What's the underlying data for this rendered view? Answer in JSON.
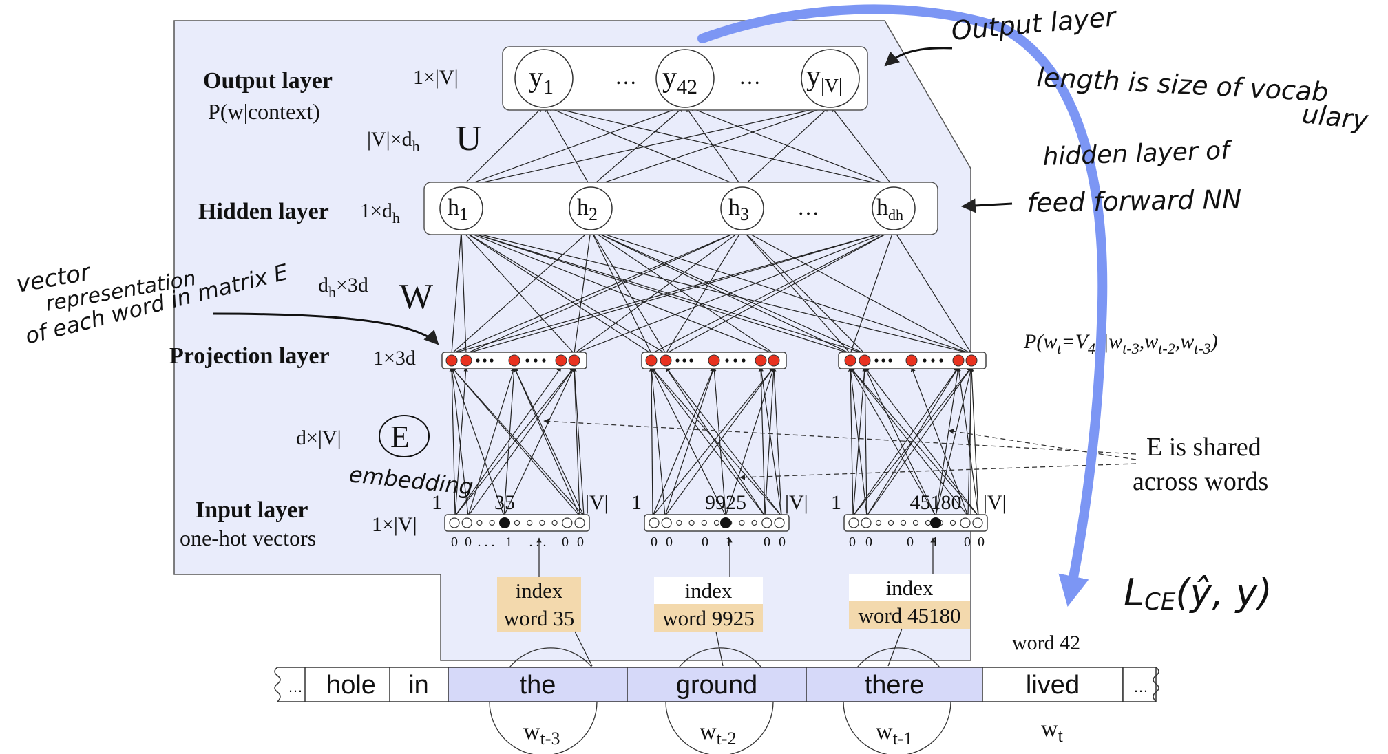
{
  "layers": {
    "output": {
      "name": "Output layer",
      "sub": "P(w|context)",
      "dim": "1×|V|"
    },
    "hidden": {
      "name": "Hidden layer",
      "dim": "1×d",
      "dim_sub": "h"
    },
    "projection": {
      "name": "Projection layer",
      "dim": "1×3d"
    },
    "input": {
      "name": "Input layer",
      "sub": "one-hot vectors",
      "dim": "1×|V|"
    }
  },
  "matrices": {
    "U": {
      "dim": "|V|×d",
      "dim_sub": "h",
      "label": "U"
    },
    "W": {
      "dim_base": "d",
      "dim_sub": "h",
      "dim_rest": "×3d",
      "label": "W"
    },
    "E": {
      "dim": "d×|V|",
      "label": "E"
    }
  },
  "output_nodes": [
    {
      "base": "y",
      "sub": "1"
    },
    {
      "base": "y",
      "sub": "42"
    },
    {
      "base": "y",
      "sub": "|V|"
    }
  ],
  "hidden_nodes": [
    {
      "base": "h",
      "sub": "1"
    },
    {
      "base": "h",
      "sub": "2"
    },
    {
      "base": "h",
      "sub": "3"
    },
    {
      "base": "h",
      "sub": "dh"
    }
  ],
  "ellipsis": "…",
  "input_groups": [
    {
      "first": "1",
      "index": "35",
      "last": "|V|",
      "bits": [
        "0",
        "0",
        "1",
        "0",
        "0"
      ],
      "dots": ". . .",
      "box_line1": "index",
      "box_line2": "word 35"
    },
    {
      "first": "1",
      "index": "9925",
      "last": "|V|",
      "bits": [
        "0",
        "0",
        "0",
        "1",
        "0",
        "0"
      ],
      "box_line1": "index",
      "box_line2": "word 9925"
    },
    {
      "first": "1",
      "index": "45180",
      "last": "|V|",
      "bits": [
        "0",
        "0",
        "0",
        "1",
        "0",
        "0"
      ],
      "box_line1": "index",
      "box_line2": "word 45180"
    }
  ],
  "shared_note": {
    "line1": "E is shared",
    "line2": "across words"
  },
  "probability": {
    "lhs": "P(w",
    "lhs_sub": "t",
    "eq": "=V",
    "eq_sub": "42",
    "bar": "|w",
    "c1_sub": "t-3",
    "c2": ",w",
    "c2_sub": "t-2",
    "c3": ",w",
    "c3_sub": "t-3",
    "close": ")"
  },
  "sequence": {
    "left_edge": "…",
    "words": [
      "hole",
      "in",
      "the",
      "ground",
      "there",
      "lived"
    ],
    "right_edge": "…",
    "positions": [
      {
        "base": "w",
        "sub": "t-3"
      },
      {
        "base": "w",
        "sub": "t-2"
      },
      {
        "base": "w",
        "sub": "t-1"
      },
      {
        "base": "w",
        "sub": "t"
      }
    ],
    "target": "word 42"
  },
  "annotations": {
    "output": "Output layer",
    "vocab_line1": "length is size of vocab",
    "vocab_line2": "ulary",
    "hidden_line1": "hidden layer of",
    "hidden_line2": "feed forward NN",
    "vector_line1": "vector",
    "vector_line2": "representation",
    "vector_line3": "of each word in matrix E",
    "embedding": "embedding",
    "loss": "L",
    "loss_sub": "CE",
    "loss_args": "(ŷ, y)"
  },
  "colors": {
    "panel": "#e9ecfb",
    "panel_stroke": "#555555",
    "node_red": "#e8321f",
    "highlight": "#f3d9ad",
    "context_cell": "#d6d9f9",
    "arrow_blue": "#7c96f4"
  }
}
